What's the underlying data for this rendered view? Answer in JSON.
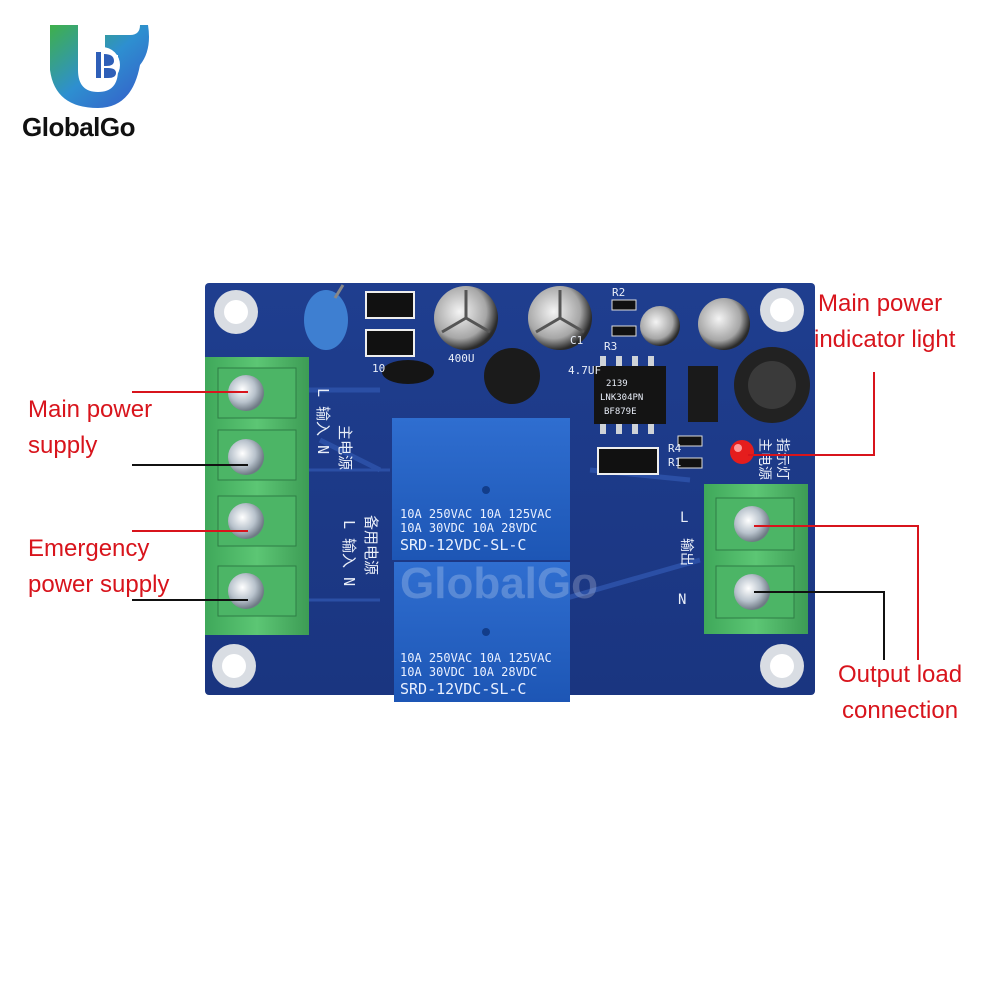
{
  "brand": {
    "name": "GlobalGo",
    "watermark": "GlobalGo",
    "colors": {
      "blue": "#1e5fb0",
      "green": "#3fae49",
      "text": "#111111"
    }
  },
  "callouts": {
    "main_power_supply": [
      "Main power",
      "supply"
    ],
    "emergency_power_supply": [
      "Emergency",
      "power supply"
    ],
    "main_power_indicator": [
      "Main power",
      "indicator light"
    ],
    "output_load": [
      "Output load",
      "connection"
    ],
    "color": "#d8141c"
  },
  "board": {
    "left_block_silk": [
      "主电源",
      "L 输入 N",
      "备用电源",
      "L 输入 N"
    ],
    "right_block_silk": [
      "主电源",
      "指示灯",
      "L",
      "输出",
      "N"
    ],
    "relays": [
      {
        "lines": [
          "10A 250VAC  10A 125VAC",
          "10A  30VDC  10A  28VDC",
          "SRD-12VDC-SL-C"
        ]
      },
      {
        "lines": [
          "10A 250VAC  10A 125VAC",
          "10A  30VDC  10A  28VDC",
          "SRD-12VDC-SL-C"
        ]
      }
    ],
    "ic_text": [
      "2139",
      "LNK304PN",
      "BF879E"
    ],
    "component_labels": [
      "R2",
      "R3",
      "R4",
      "R1",
      "C1",
      "4.7UF",
      "400U",
      "10"
    ]
  }
}
